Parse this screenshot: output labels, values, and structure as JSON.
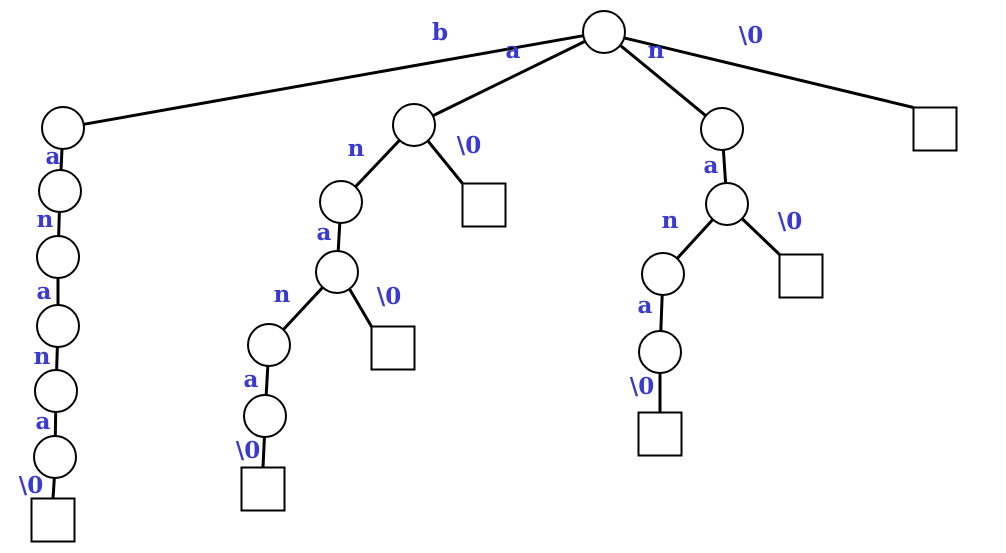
{
  "label_color": "#3a3ad0",
  "edges": [
    {
      "from": "root",
      "to": "b1",
      "label": "b"
    },
    {
      "from": "root",
      "to": "a1",
      "label": "a"
    },
    {
      "from": "root",
      "to": "n1",
      "label": "n"
    },
    {
      "from": "root",
      "to": "end_root",
      "label": "\\0"
    },
    {
      "from": "b1",
      "to": "b2",
      "label": "a"
    },
    {
      "from": "b2",
      "to": "b3",
      "label": "n"
    },
    {
      "from": "b3",
      "to": "b4",
      "label": "a"
    },
    {
      "from": "b4",
      "to": "b5",
      "label": "n"
    },
    {
      "from": "b5",
      "to": "b6",
      "label": "a"
    },
    {
      "from": "b6",
      "to": "end_b",
      "label": "\\0"
    },
    {
      "from": "a1",
      "to": "a2",
      "label": "n"
    },
    {
      "from": "a1",
      "to": "end_a1",
      "label": "\\0"
    },
    {
      "from": "a2",
      "to": "a3",
      "label": "a"
    },
    {
      "from": "a3",
      "to": "a4",
      "label": "n"
    },
    {
      "from": "a3",
      "to": "end_a3",
      "label": "\\0"
    },
    {
      "from": "a4",
      "to": "a5",
      "label": "a"
    },
    {
      "from": "a5",
      "to": "end_a5",
      "label": "\\0"
    },
    {
      "from": "n1",
      "to": "n2",
      "label": "a"
    },
    {
      "from": "n2",
      "to": "n3",
      "label": "n"
    },
    {
      "from": "n2",
      "to": "end_n2",
      "label": "\\0"
    },
    {
      "from": "n3",
      "to": "n4",
      "label": "a"
    },
    {
      "from": "n4",
      "to": "end_n4",
      "label": "\\0"
    }
  ]
}
